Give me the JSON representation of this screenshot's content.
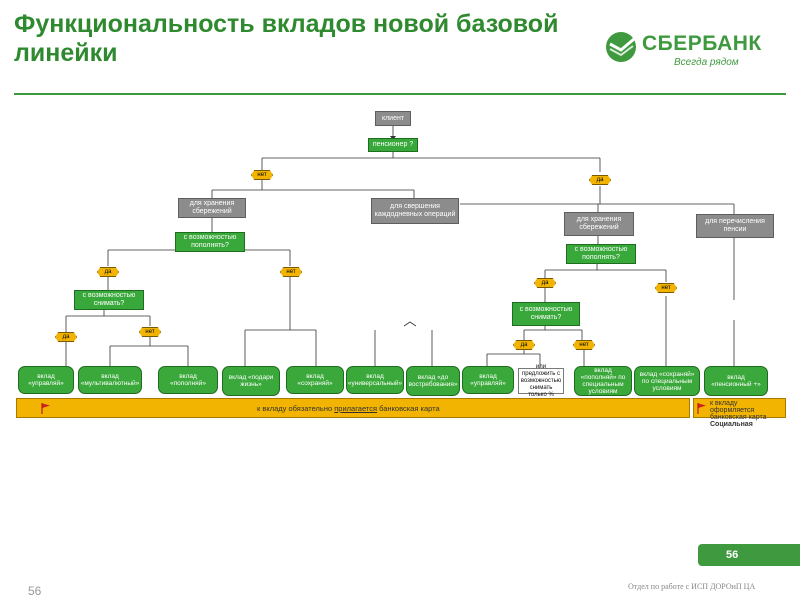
{
  "header": {
    "title": "Функциональность вкладов новой базовой линейки",
    "logo_name": "СБЕРБАНК",
    "logo_slogan": "Всегда рядом",
    "brand_color": "#3f9a3f"
  },
  "diagram": {
    "root": "клиент",
    "q_pensioner": "пенсионер ?",
    "no": "нет",
    "yes": "да",
    "left_branch": {
      "storage": "для хранения сбережений",
      "transactions": "для свершения каждодневных операций",
      "q_topup": "с возможностью пополнять?",
      "q_withdraw": "с возможностью снимать?"
    },
    "right_branch": {
      "storage": "для хранения сбережений",
      "pension_transfer": "для перечисления пенсии",
      "q_topup": "с возможностью пополнять?",
      "q_withdraw": "с возможностью снимать?",
      "note": "или предложить с возможностью снимать только %"
    },
    "products": [
      "вклад «управляй»",
      "вклад «мультивалютный»",
      "вклад «пополняй»",
      "вклад «подари жизнь»",
      "вклад «сохраняй»",
      "вклад «универсальный»",
      "вклад «до востребования»",
      "вклад «управляй»",
      "вклад «пополняй» по специальным условиям",
      "вклад «сохраняй» по специальным условиям",
      "вклад «пенсионный +»"
    ],
    "band_left": {
      "prefix": "к вкладу обязательно ",
      "underlined": "прилагается",
      "suffix": " банковская карта"
    },
    "band_right": {
      "line1": "к вкладу оформляется банковская карта",
      "line2": "Социальная"
    }
  },
  "footer": {
    "page_badge": "56",
    "page_number": "56",
    "department": "Отдел по работе с ИСП ДОРОиП ЦА"
  }
}
